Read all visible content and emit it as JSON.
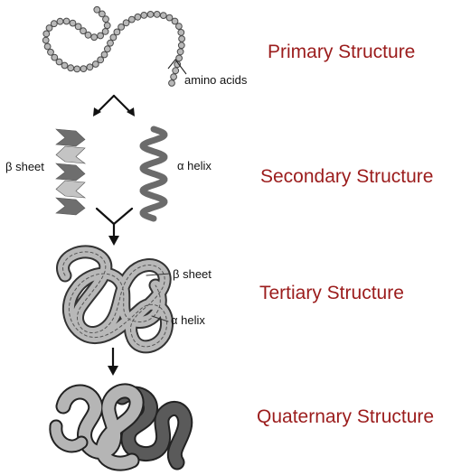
{
  "levels": [
    {
      "title": "Primary Structure"
    },
    {
      "title": "Secondary Structure"
    },
    {
      "title": "Tertiary Structure"
    },
    {
      "title": "Quaternary Structure"
    }
  ],
  "labels": {
    "amino_acids": "amino acids",
    "beta_sheet": "β sheet",
    "alpha_helix": "α helix",
    "tertiary_beta_sheet": "β sheet",
    "tertiary_alpha_helix": "α helix"
  },
  "colors": {
    "title": "#9b1c1c",
    "bead_fill": "#b8b8b8",
    "bead_stroke": "#4a4a4a",
    "sheet_dark": "#6e6e6e",
    "sheet_light": "#c4c4c4",
    "helix": "#6b6b6b",
    "protein_light": "#b5b5b5",
    "protein_dark": "#5a5a5a",
    "arrow": "#111111"
  }
}
